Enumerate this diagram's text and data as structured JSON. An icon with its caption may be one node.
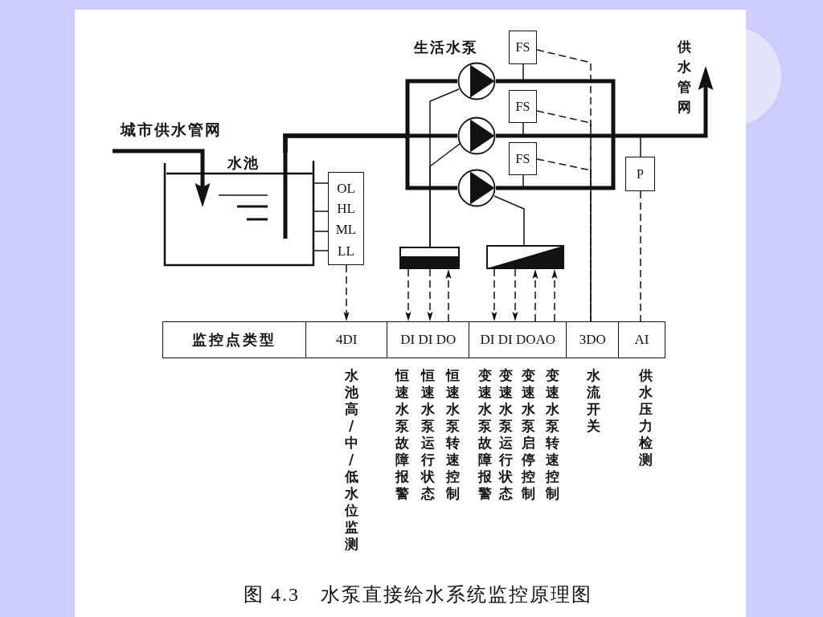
{
  "diagram": {
    "caption": "图 4.3　水泵直接给水系统监控原理图",
    "nodes": [
      {
        "text": [
          "水池"
        ]
      },
      {
        "text": [
          "OL",
          "HL",
          "ML",
          "LL"
        ]
      },
      {
        "text": [],
        "shape": "circle"
      },
      {
        "text": [],
        "shape": "circle"
      },
      {
        "text": [],
        "shape": "circle"
      },
      {
        "text": [
          "FS"
        ]
      },
      {
        "text": [
          "FS"
        ]
      },
      {
        "text": [
          "FS"
        ]
      },
      {
        "text": [
          "P"
        ]
      },
      {
        "text": [],
        "shape": "box"
      },
      {
        "text": [],
        "shape": "box"
      },
      {
        "text": [
          "监控点类型"
        ]
      },
      {
        "text": [
          "4DI"
        ],
        "beside": [
          "水池高/中/低水位监测"
        ]
      },
      {
        "text": [
          "DI DI DO"
        ],
        "beside": [
          "恒速水泵故障报警",
          "恒速水泵运行状态",
          "恒速水泵转速控制"
        ]
      },
      {
        "text": [
          "DI DI DOAO"
        ],
        "beside": [
          "变速水泵故障报警",
          "变速水泵运行状态",
          "变速水泵启停控制",
          "变速水泵转速控制"
        ]
      },
      {
        "text": [
          "3DO"
        ],
        "beside": [
          "水流开关"
        ]
      },
      {
        "text": [
          "AI"
        ],
        "beside": [
          "供水压力检测"
        ]
      },
      {
        "text": [
          "供水管网"
        ]
      }
    ],
    "edges": [
      {
        "from": null,
        "to": 0,
        "arrow": "to",
        "style": "thick"
      },
      {
        "from": 0,
        "to": 1,
        "arrow": "none"
      },
      {
        "from": 0,
        "to": 1,
        "arrow": "none"
      },
      {
        "from": 0,
        "to": 1,
        "arrow": "none"
      },
      {
        "from": 0,
        "to": 1,
        "arrow": "none"
      },
      {
        "from": 0,
        "to": 2,
        "arrow": "none",
        "style": "thick"
      },
      {
        "from": 0,
        "to": 3,
        "arrow": "none",
        "style": "thick"
      },
      {
        "from": 0,
        "to": 4,
        "arrow": "none",
        "style": "thick"
      },
      {
        "from": 2,
        "to": 17,
        "arrow": "to",
        "style": "thick"
      },
      {
        "from": 3,
        "to": 17,
        "arrow": "to",
        "style": "thick"
      },
      {
        "from": 4,
        "to": 17,
        "arrow": "to",
        "style": "thick"
      },
      {
        "from": 2,
        "to": 9,
        "arrow": "none"
      },
      {
        "from": 3,
        "to": 9,
        "arrow": "none"
      },
      {
        "from": 4,
        "to": 10,
        "arrow": "none"
      },
      {
        "from": 1,
        "to": 12,
        "arrow": "to",
        "style": "dashed"
      },
      {
        "from": 9,
        "to": 13,
        "arrow": "to",
        "style": "dashed"
      },
      {
        "from": 9,
        "to": 13,
        "arrow": "to",
        "style": "dashed"
      },
      {
        "from": 13,
        "to": 9,
        "arrow": "to",
        "style": "dashed"
      },
      {
        "from": 10,
        "to": 14,
        "arrow": "to",
        "style": "dashed"
      },
      {
        "from": 10,
        "to": 14,
        "arrow": "to",
        "style": "dashed"
      },
      {
        "from": 14,
        "to": 10,
        "arrow": "to",
        "style": "dashed"
      },
      {
        "from": 14,
        "to": 10,
        "arrow": "to",
        "style": "dashed"
      },
      {
        "from": 5,
        "to": 15,
        "arrow": "none",
        "style": "dashed"
      },
      {
        "from": 6,
        "to": 15,
        "arrow": "none",
        "style": "dashed"
      },
      {
        "from": 7,
        "to": 15,
        "arrow": "none",
        "style": "dashed"
      },
      {
        "from": 8,
        "to": 16,
        "arrow": "none",
        "style": "dashed"
      },
      {
        "from": 2,
        "to": 5,
        "arrow": "none",
        "style": "thick"
      },
      {
        "from": 3,
        "to": 6,
        "arrow": "none",
        "style": "thick"
      },
      {
        "from": 4,
        "to": 7,
        "arrow": "none",
        "style": "thick"
      },
      {
        "from": 2,
        "to": 8,
        "arrow": "none",
        "style": "thick"
      },
      {
        "from": 3,
        "to": 8,
        "arrow": "none",
        "style": "thick"
      },
      {
        "from": 4,
        "to": 8,
        "arrow": "none",
        "style": "thick"
      }
    ],
    "labels": [
      "城市供水管网",
      "生活水泵"
    ]
  }
}
